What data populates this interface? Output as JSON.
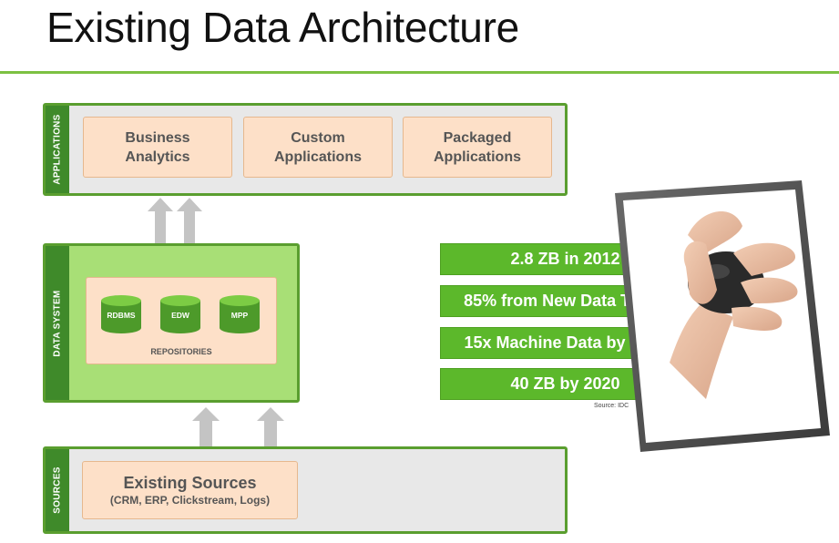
{
  "title": "Existing Data Architecture",
  "applications": {
    "side_label": "APPLICATIONS",
    "items": [
      {
        "line1": "Business",
        "line2": "Analytics"
      },
      {
        "line1": "Custom",
        "line2": "Applications"
      },
      {
        "line1": "Packaged",
        "line2": "Applications"
      }
    ]
  },
  "data_system": {
    "side_label": "DATA  SYSTEM",
    "repositories": [
      "RDBMS",
      "EDW",
      "MPP"
    ],
    "repositories_label": "REPOSITORIES"
  },
  "sources": {
    "side_label": "SOURCES",
    "title": "Existing Sources",
    "subtitle": "(CRM, ERP, Clickstream, Logs)"
  },
  "stats": [
    "2.8 ZB in 2012",
    "85% from New Data Types",
    "15x Machine Data by 2020",
    "40 ZB by 2020"
  ],
  "source_note": "Source: IDC",
  "colors": {
    "accent_green": "#5cb82b",
    "dark_green": "#3f8a2a",
    "layer_green": "#a8df76",
    "box_peach": "#fde0c8"
  }
}
